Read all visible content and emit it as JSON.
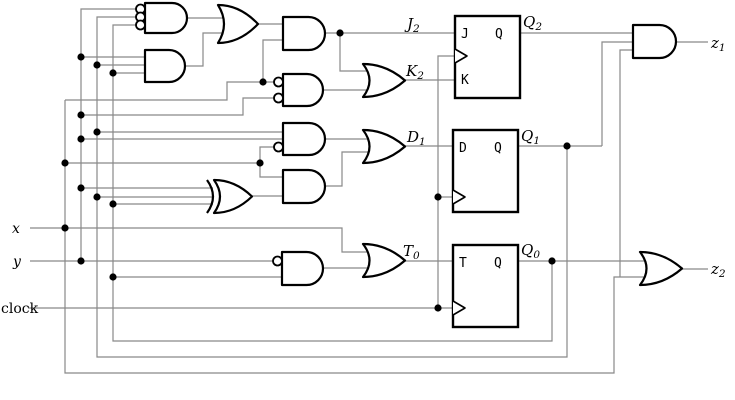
{
  "colors": {
    "wire": "#898989",
    "ink": "#000000",
    "bg": "#ffffff"
  },
  "inputs": {
    "x": "x",
    "y": "y",
    "clock": "clock"
  },
  "gate_signals": {
    "j2": {
      "base": "J",
      "sub": "2"
    },
    "k2": {
      "base": "K",
      "sub": "2"
    },
    "d1": {
      "base": "D",
      "sub": "1"
    },
    "t0": {
      "base": "T",
      "sub": "0"
    }
  },
  "ff_outputs": {
    "q2": {
      "base": "Q",
      "sub": "2"
    },
    "q1": {
      "base": "Q",
      "sub": "1"
    },
    "q0": {
      "base": "Q",
      "sub": "0"
    }
  },
  "outputs": {
    "z1": {
      "base": "z",
      "sub": "1"
    },
    "z2": {
      "base": "z",
      "sub": "2"
    }
  },
  "flipflops": {
    "jk": {
      "in_top": "J",
      "in_bottom": "K",
      "out": "Q"
    },
    "d": {
      "in_top": "D",
      "out": "Q"
    },
    "t": {
      "in_top": "T",
      "out": "Q"
    }
  }
}
